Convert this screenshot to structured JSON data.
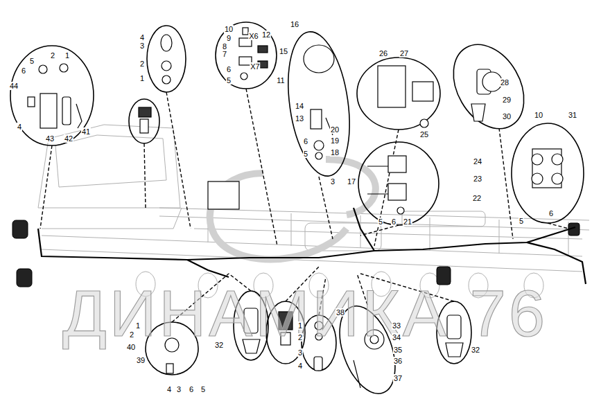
{
  "diagram": {
    "labels": [
      "5",
      "2",
      "1",
      "6",
      "44",
      "4",
      "43",
      "42",
      "41",
      "4",
      "3",
      "2",
      "1",
      "10",
      "9",
      "8",
      "7",
      "X6",
      "12",
      "15",
      "6",
      "5",
      "X7",
      "11",
      "16",
      "14",
      "13",
      "20",
      "19",
      "18",
      "6",
      "5",
      "26",
      "27",
      "25",
      "24",
      "17",
      "23",
      "22",
      "5",
      "6",
      "21",
      "28",
      "29",
      "30",
      "10",
      "31",
      "5",
      "6",
      "3",
      "1",
      "2",
      "40",
      "39",
      "4",
      "3",
      "6",
      "5",
      "32",
      "1",
      "2",
      "3",
      "4",
      "38",
      "33",
      "34",
      "35",
      "36",
      "37",
      "32",
      "ДИНАМИКА 76"
    ]
  }
}
